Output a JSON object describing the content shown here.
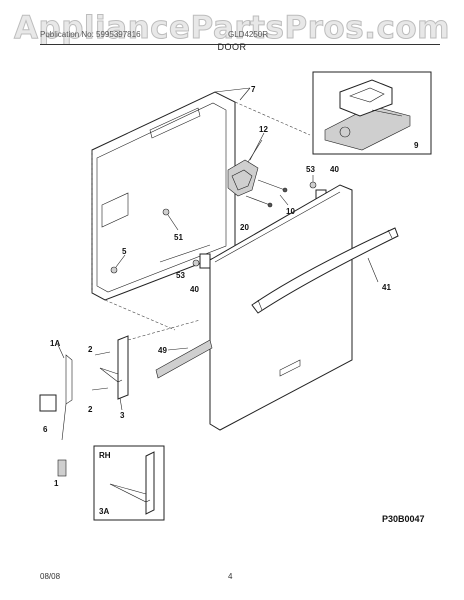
{
  "watermark": "AppliancePartsPros.com",
  "header": {
    "left_text": "Publication No: 5995397816",
    "right_text": "GLD4250R",
    "section_title": "DOOR"
  },
  "footer": {
    "date": "08/08",
    "page_number": "4"
  },
  "diagram_id": "P30B0047",
  "callouts": {
    "c7": "7",
    "c12": "12",
    "c9": "9",
    "c53a": "53",
    "c40a": "40",
    "c10": "10",
    "c20": "20",
    "c51": "51",
    "c5": "5",
    "c53b": "53",
    "c40b": "40",
    "c41": "41",
    "c1A": "1A",
    "c2a": "2",
    "c49": "49",
    "c2b": "2",
    "c3": "3",
    "c6": "6",
    "c1": "1",
    "cRH": "RH",
    "c3A": "3A"
  }
}
